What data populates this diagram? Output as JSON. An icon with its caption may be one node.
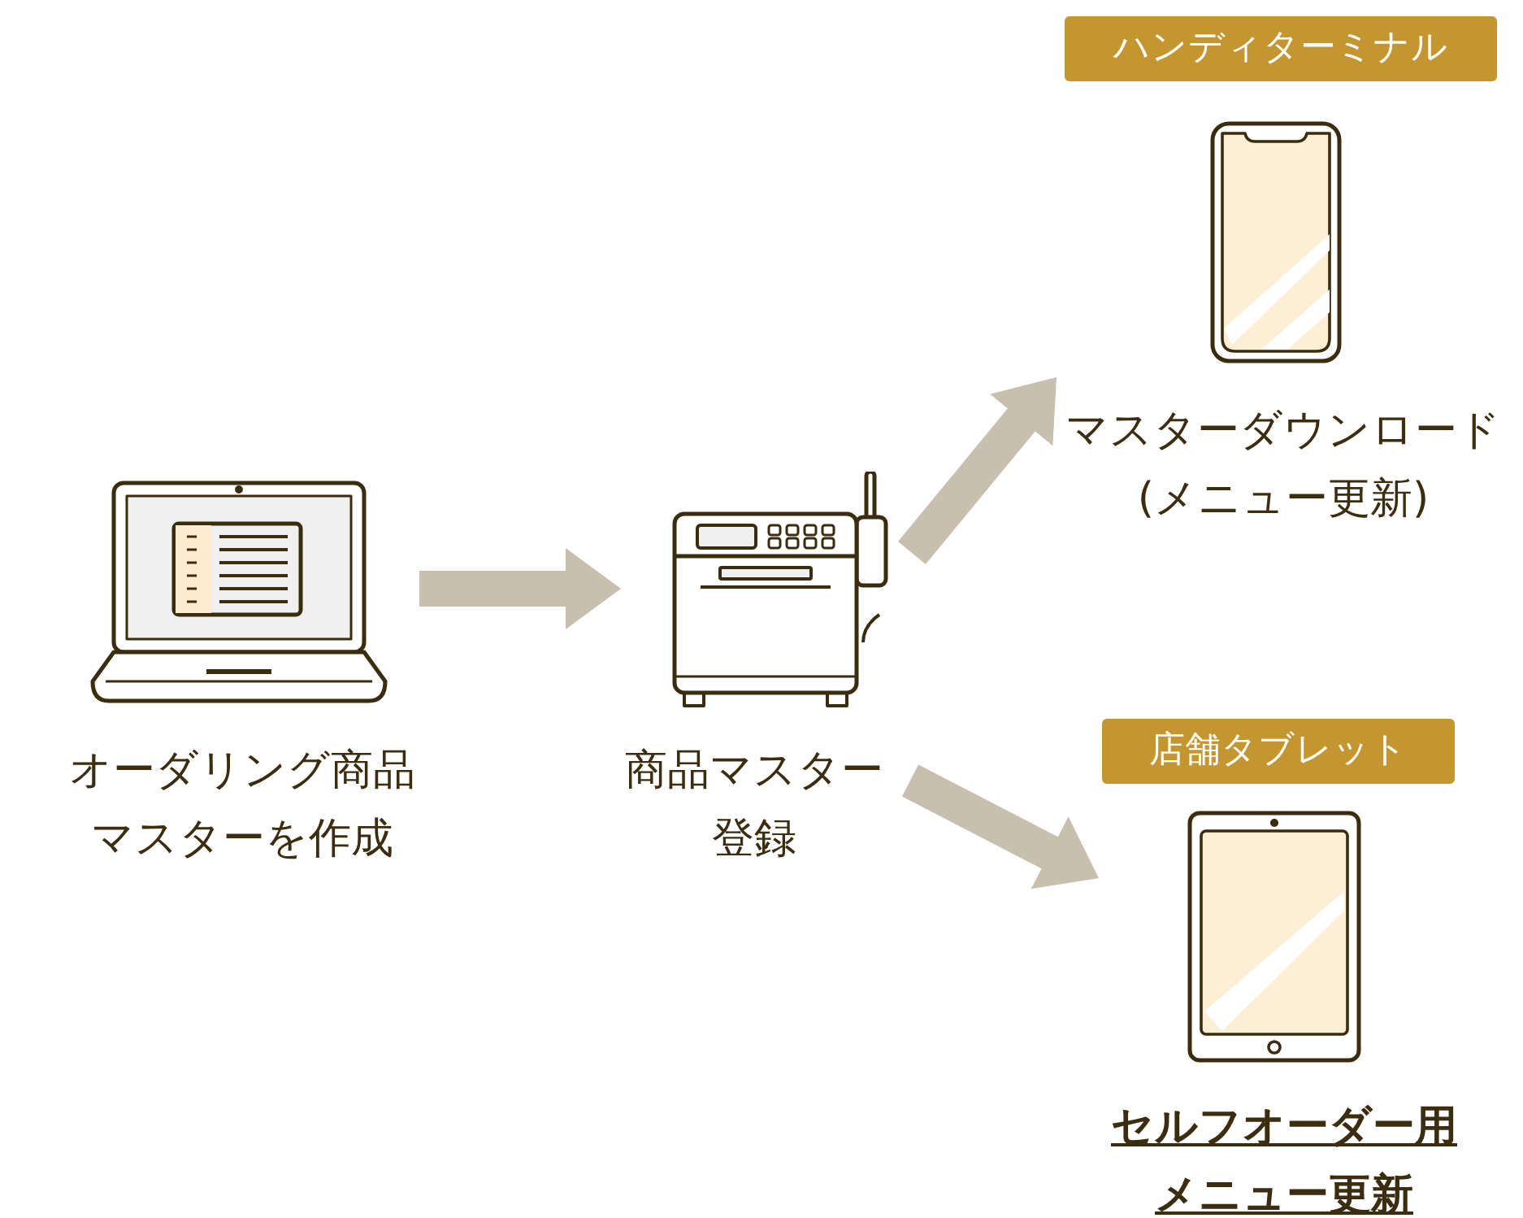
{
  "diagram": {
    "nodes": [
      {
        "text": [
          "オーダリング商品マスターを作成"
        ]
      },
      {
        "text": [
          "商品マスター登録"
        ]
      },
      {
        "text": [
          "ハンディターミナル",
          "マスターダウンロード(メニュー更新)"
        ]
      },
      {
        "text": [
          "店舗タブレット",
          "セルフオーダー用メニュー更新"
        ]
      }
    ],
    "edges": [
      {
        "from": 0,
        "to": 1,
        "arrow": "to"
      },
      {
        "from": 1,
        "to": 2,
        "arrow": "to"
      },
      {
        "from": 1,
        "to": 3,
        "arrow": "to"
      }
    ]
  }
}
